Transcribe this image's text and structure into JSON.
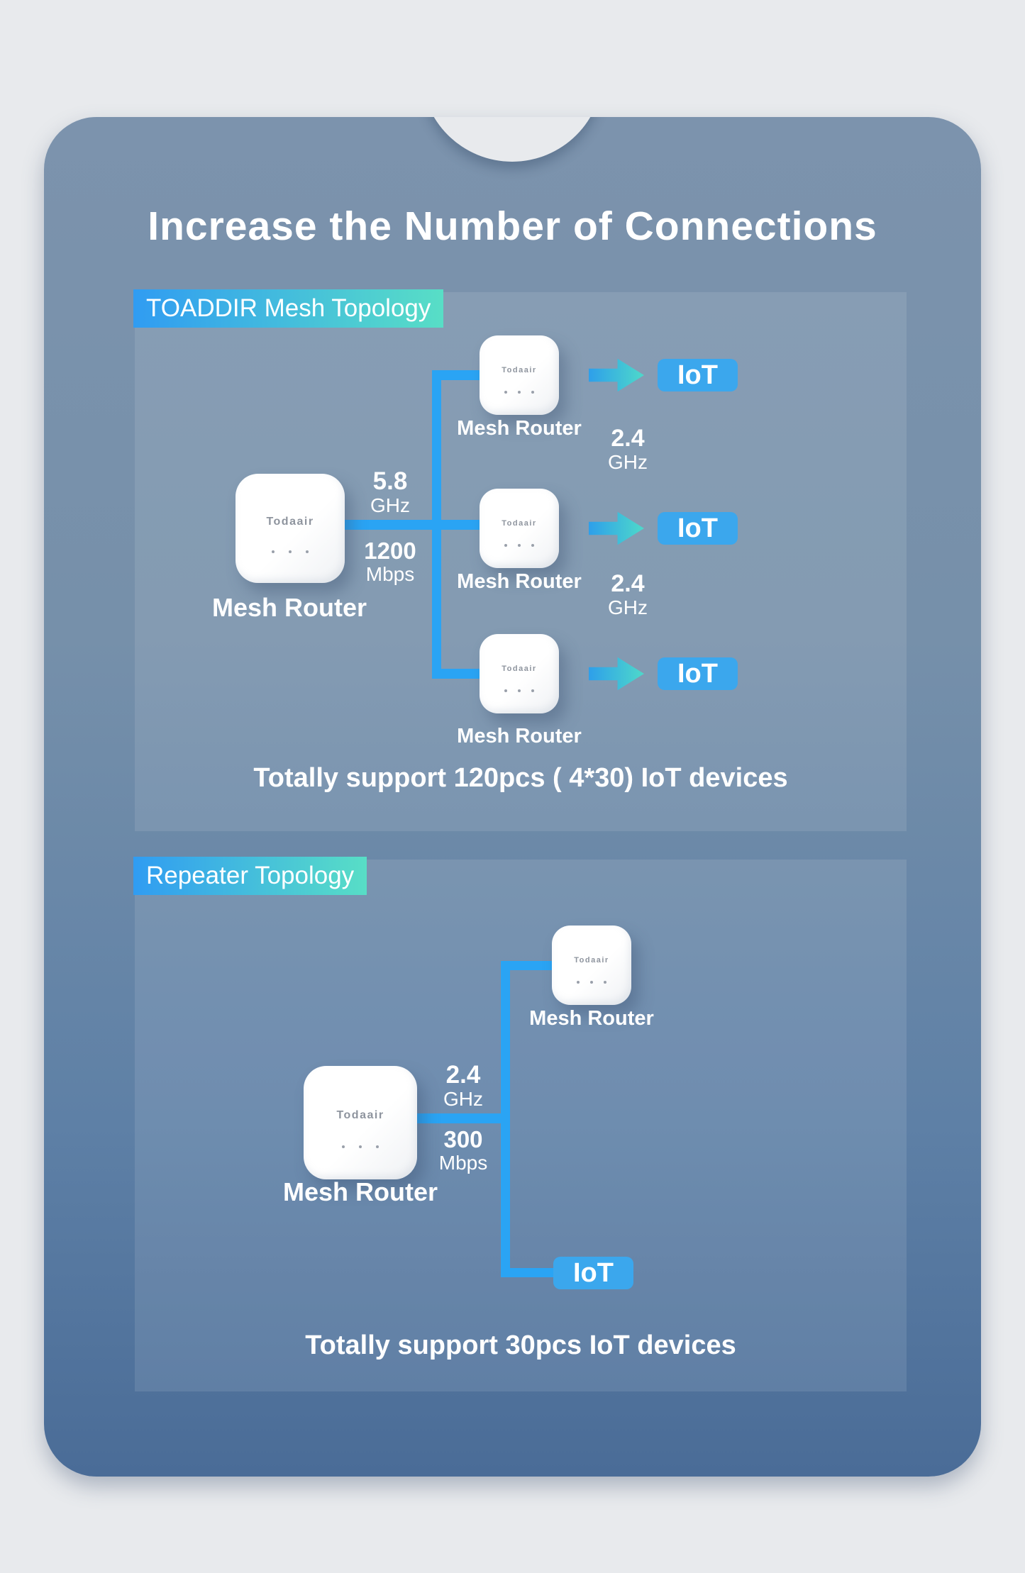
{
  "brand": "Todaair",
  "title": "Increase the Number of Connections",
  "mesh_panel": {
    "badge": "TOADDIR Mesh Topology",
    "main_router_label": "Mesh Router",
    "uplink": {
      "freq_value": "5.8",
      "freq_unit": "GHz",
      "speed_value": "1200",
      "speed_unit": "Mbps"
    },
    "nodes": [
      {
        "label": "Mesh Router",
        "iot_label": "IoT"
      },
      {
        "label": "Mesh Router",
        "iot_label": "IoT"
      },
      {
        "label": "Mesh Router",
        "iot_label": "IoT"
      }
    ],
    "downlinks": [
      {
        "freq_value": "2.4",
        "freq_unit": "GHz"
      },
      {
        "freq_value": "2.4",
        "freq_unit": "GHz"
      }
    ],
    "summary": "Totally support 120pcs ( 4*30) IoT devices"
  },
  "repeater_panel": {
    "badge": "Repeater Topology",
    "node_label": "Mesh Router",
    "main_router_label": "Mesh Router",
    "link": {
      "freq_value": "2.4",
      "freq_unit": "GHz",
      "speed_value": "300",
      "speed_unit": "Mbps"
    },
    "iot_label": "IoT",
    "summary": "Totally support 30pcs IoT devices"
  },
  "colors": {
    "connector_line": "#2AA4F4",
    "topo_badge_gradient_start": "#309CF2",
    "topo_badge_gradient_end": "#58DEC6",
    "iot_badge": "#3BA7ED",
    "card_top": "#7C93AD",
    "card_bottom": "#4A6C97",
    "page_background": "#E8EAED"
  }
}
